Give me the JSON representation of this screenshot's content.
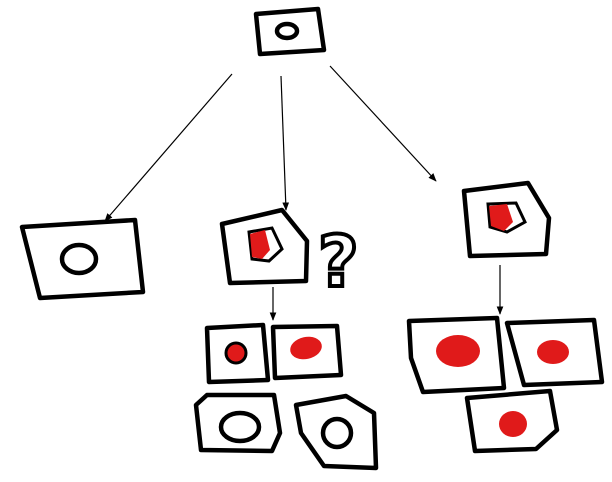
{
  "diagram": {
    "colors": {
      "outline": "#000000",
      "background": "#ffffff",
      "marked_nucleus": "#e01a1a",
      "nucleus_highlight": "#ff6a6a"
    },
    "nodes": [
      {
        "id": "parent",
        "nucleus": "unmarked"
      },
      {
        "id": "left-branch",
        "nucleus": "unmarked"
      },
      {
        "id": "middle-branch",
        "nucleus": "marked"
      },
      {
        "id": "right-branch",
        "nucleus": "marked"
      },
      {
        "id": "middle-progeny-1",
        "nucleus": "marked"
      },
      {
        "id": "middle-progeny-2",
        "nucleus": "marked"
      },
      {
        "id": "middle-progeny-3",
        "nucleus": "unmarked"
      },
      {
        "id": "middle-progeny-4",
        "nucleus": "unmarked"
      },
      {
        "id": "right-progeny-1",
        "nucleus": "marked"
      },
      {
        "id": "right-progeny-2",
        "nucleus": "marked"
      },
      {
        "id": "right-progeny-3",
        "nucleus": "marked"
      }
    ],
    "edges": [
      {
        "from": "parent",
        "to": "left-branch"
      },
      {
        "from": "parent",
        "to": "middle-branch"
      },
      {
        "from": "parent",
        "to": "right-branch"
      },
      {
        "from": "middle-branch",
        "to": "middle-progeny"
      },
      {
        "from": "right-branch",
        "to": "right-progeny"
      }
    ],
    "annotation": "?"
  }
}
